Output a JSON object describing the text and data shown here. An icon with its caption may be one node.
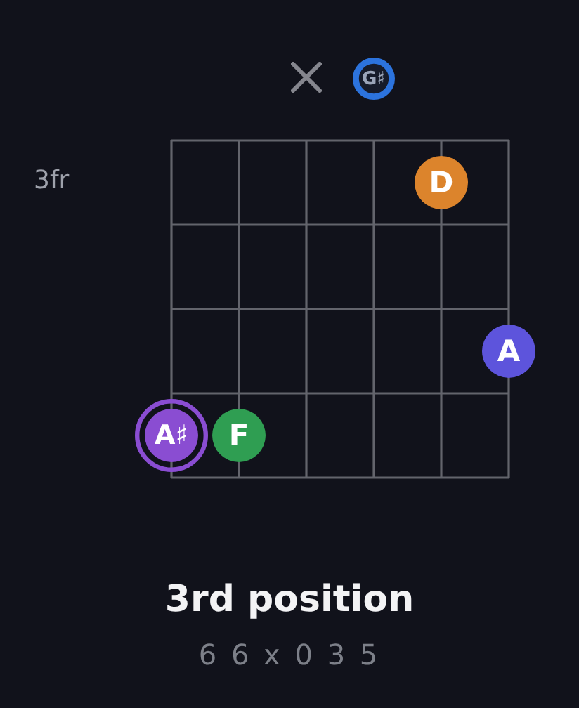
{
  "diagram": {
    "title": "3rd position",
    "caption": "6 6 x 0 3 5",
    "nodes": [
      {
        "text": [
          "G♯"
        ]
      },
      {
        "text": [
          "D"
        ]
      },
      {
        "text": [
          "A"
        ]
      },
      {
        "text": [
          "A♯"
        ]
      },
      {
        "text": [
          "F"
        ]
      }
    ],
    "labels": [
      "3fr"
    ]
  }
}
